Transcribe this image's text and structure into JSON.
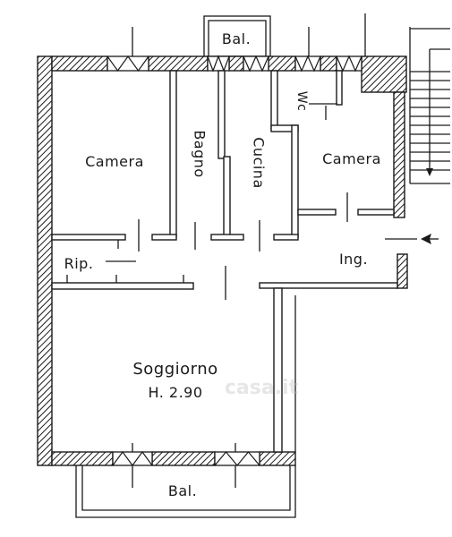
{
  "plan": {
    "rooms": {
      "camera_left": "Camera",
      "bagno": "Bagno",
      "cucina": "Cucina",
      "wc": "Wc",
      "camera_right": "Camera",
      "ripostiglio": "Rip.",
      "ingresso": "Ing.",
      "soggiorno": "Soggiorno",
      "height": "H. 2.90",
      "balcony_top": "Bal.",
      "balcony_bottom": "Bal."
    },
    "watermark": "casa.it",
    "colors": {
      "ink": "#1a1a1a",
      "paper": "#ffffff"
    },
    "icons": {
      "entrance": "entrance-arrow-icon",
      "stairs": "stair-direction-arrow-icon"
    }
  }
}
